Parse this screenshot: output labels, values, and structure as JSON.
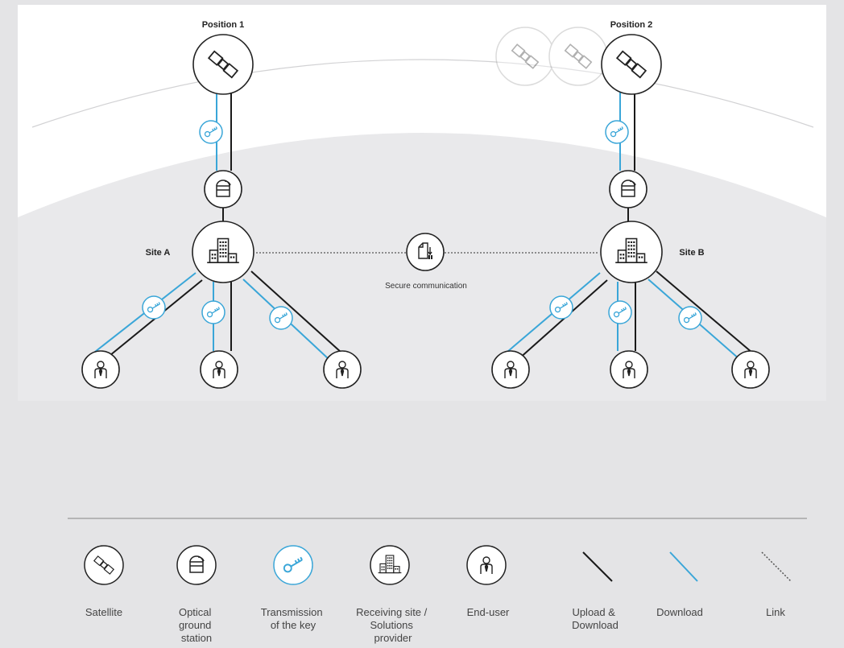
{
  "positions": {
    "position1": "Position 1",
    "position2": "Position 2"
  },
  "sites": {
    "site_a": "Site A",
    "site_b": "Site B"
  },
  "secure_communication": "Secure communication",
  "legend": {
    "satellite": [
      "Satellite"
    ],
    "ground_station": [
      "Optical",
      "ground",
      "station"
    ],
    "key": [
      "Transmission",
      "of the key"
    ],
    "receiving_site": [
      "Receiving site /",
      "Solutions",
      "provider"
    ],
    "end_user": [
      "End-user"
    ],
    "upload_download": [
      "Upload &",
      "Download"
    ],
    "download": [
      "Download"
    ],
    "link": [
      "Link"
    ]
  },
  "colors": {
    "download_line": "#3aa6d8",
    "upload_download_line": "#1a1a1a",
    "link_line": "#555555",
    "node_fill": "#ffffff",
    "background": "#e6e6e8"
  }
}
